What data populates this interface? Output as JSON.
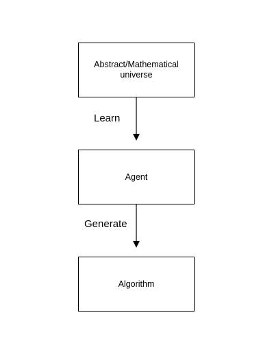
{
  "diagram": {
    "nodes": [
      {
        "id": "universe",
        "label": "Abstract/Mathematical universe"
      },
      {
        "id": "agent",
        "label": "Agent"
      },
      {
        "id": "algorithm",
        "label": "Algorithm"
      }
    ],
    "edges": [
      {
        "from": "universe",
        "to": "agent",
        "label": "Learn"
      },
      {
        "from": "agent",
        "to": "algorithm",
        "label": "Generate"
      }
    ],
    "colors": {
      "stroke": "#000000",
      "fill": "#ffffff",
      "text": "#000000"
    }
  }
}
